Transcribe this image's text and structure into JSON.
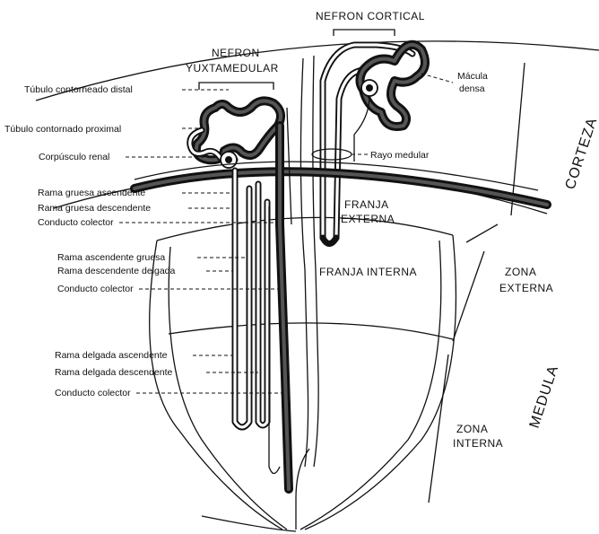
{
  "headers": {
    "nefron_cortical": "NEFRON CORTICAL",
    "nefron_yuxtamedular_1": "NEFRON",
    "nefron_yuxtamedular_2": "YUXTAMEDULAR"
  },
  "regions": {
    "corteza": "CORTEZA",
    "medula": "MEDULA",
    "franja_externa_1": "FRANJA",
    "franja_externa_2": "EXTERNA",
    "franja_interna": "FRANJA INTERNA",
    "zona_externa_1": "ZONA",
    "zona_externa_2": "EXTERNA",
    "zona_interna_1": "ZONA",
    "zona_interna_2": "INTERNA"
  },
  "labels_left": {
    "tubulo_distal": "Túbulo contorneado distal",
    "tubulo_proximal": "Túbulo contornado proximal",
    "corpusculo": "Corpúsculo renal",
    "rama_gruesa_asc": "Rama gruesa ascendente",
    "rama_gruesa_desc": "Rama gruesa descendente",
    "conducto_1": "Conducto colector",
    "rama_asc_gruesa": "Rama ascendente gruesa",
    "rama_desc_delgada": "Rama descendente delgada",
    "conducto_2": "Conducto colector",
    "rama_delgada_asc": "Rama delgada ascendente",
    "rama_delgada_desc": "Rama delgada descendente",
    "conducto_3": "Conducto colector"
  },
  "labels_right": {
    "macula_1": "Mácula",
    "macula_2": "densa",
    "rayo_medular": "Rayo medular"
  }
}
